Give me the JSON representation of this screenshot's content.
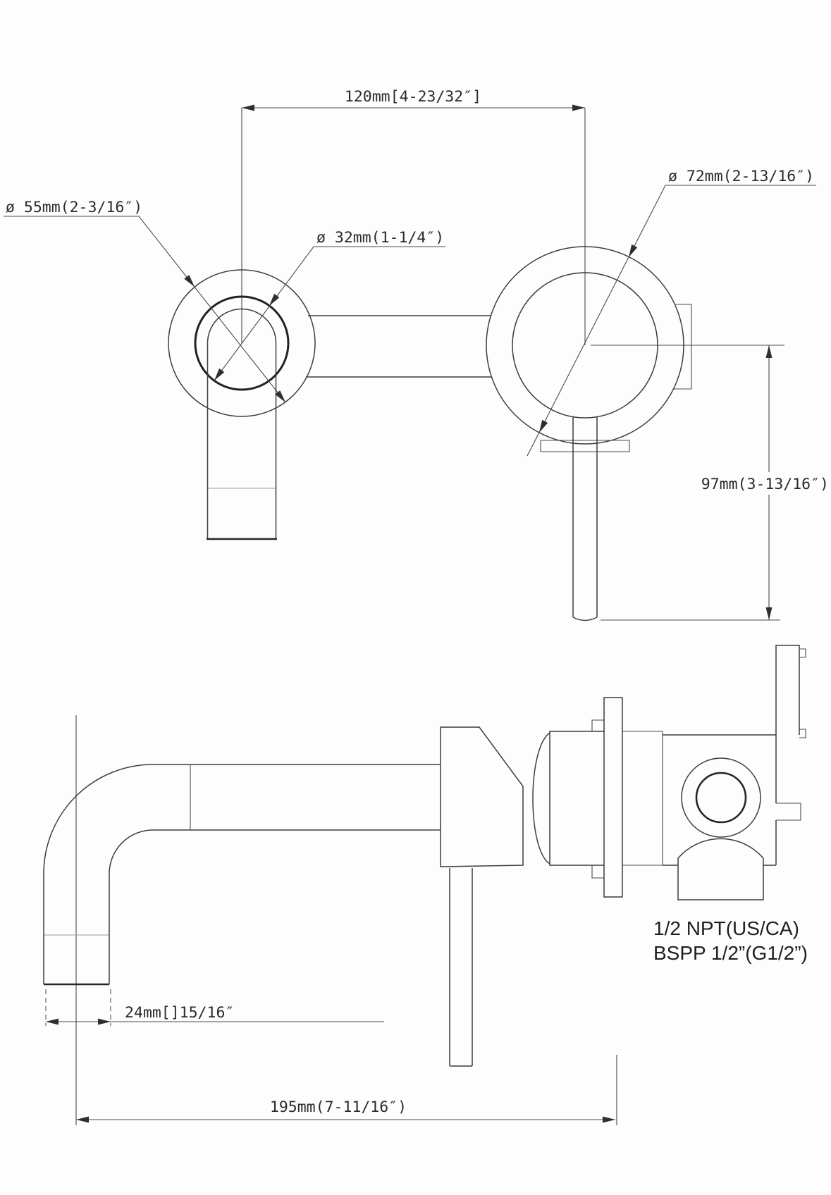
{
  "drawing_type": "faucet-installation-dimension-drawing",
  "colors": {
    "line": "#3d3d3d",
    "text": "#2b2b2b"
  },
  "front_view": {
    "width_dim": "120mm[4-23/32″]",
    "spout_flange_dia": "ø  55mm(2-3/16″)",
    "spout_dia": "ø  32mm(1-1/4″)",
    "valve_flange_dia": "ø  72mm(2-13/16″)",
    "handle_drop_dim": "97mm(3-13/16″)"
  },
  "side_view": {
    "spout_end_dim": "24mm[]15/16″",
    "reach_dim": "195mm(7-11/16″)",
    "thread_note": [
      "1/2 NPT(US/CA)",
      "BSPP 1/2”(G1/2”)"
    ]
  }
}
